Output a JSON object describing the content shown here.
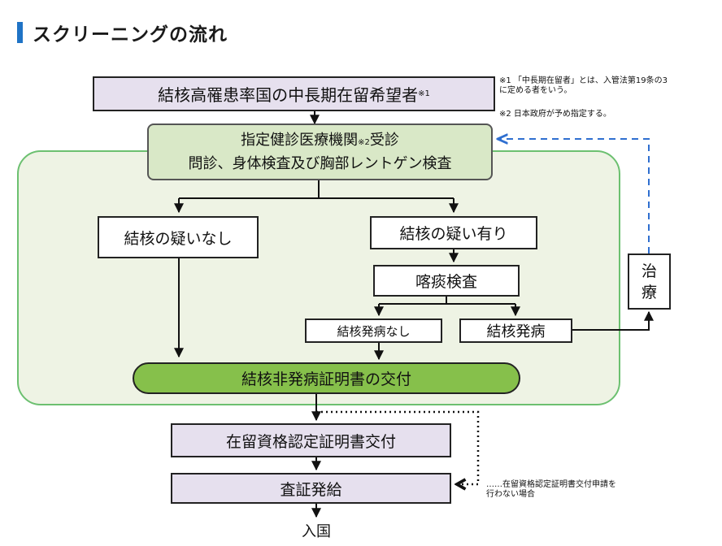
{
  "heading": "スクリーニングの流れ",
  "boxes": {
    "applicant": {
      "main": "結核高罹患率国の中長期在留希望者",
      "mark": "※1"
    },
    "clinic": {
      "line1_main": "指定健診医療機関",
      "line1_mark": "※2",
      "line1_tail": "受診",
      "line2": "問診、身体検査及び胸部レントゲン検査"
    },
    "no_suspicion": "結核の疑いなし",
    "suspicion": "結核の疑い有り",
    "sputum_test": "喀痰検査",
    "not_developed": "結核発病なし",
    "developed": "結核発病",
    "treatment": [
      "治",
      "療"
    ],
    "certificate": "結核非発病証明書の交付",
    "coe_issue": "在留資格認定証明書交付",
    "visa_issue": "査証発給",
    "entry": "入国"
  },
  "notes": {
    "note1_line1": "※1 「中長期在留者」とは、入管法第19条の3",
    "note1_line2": "に定める者をいう。",
    "note2": "※2 日本政府が予め指定する。",
    "note3_line1": "……在留資格認定証明書交付申請を",
    "note3_line2": "行わない場合"
  },
  "colors": {
    "heading_bar": "#1f73c6",
    "purple_box": "#e6e0ee",
    "green_region": "#eef3e4",
    "green_region_border": "#6cc070",
    "clinic_box": "#d9e8c7",
    "certificate_pill": "#86c04b",
    "dashed_arrow": "#2f6fd0"
  }
}
